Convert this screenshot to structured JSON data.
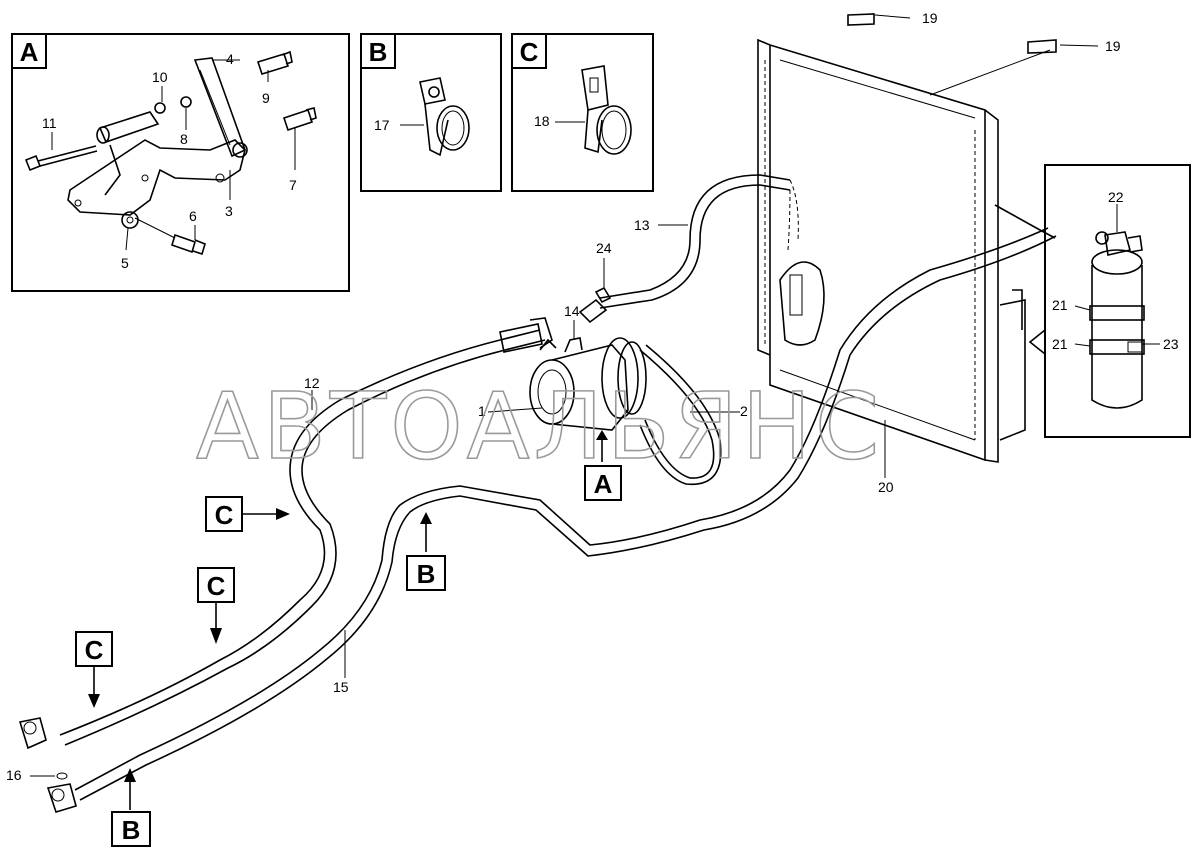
{
  "watermark": "АВТОАЛЬЯНС",
  "detail_boxes": [
    {
      "letter": "A"
    },
    {
      "letter": "B"
    },
    {
      "letter": "C"
    }
  ],
  "reference_tags": {
    "a": "A",
    "b": "B",
    "c": "C"
  },
  "callouts": {
    "n1": "1",
    "n2": "2",
    "n3": "3",
    "n4": "4",
    "n5": "5",
    "n6": "6",
    "n7": "7",
    "n8": "8",
    "n9": "9",
    "n10": "10",
    "n11": "11",
    "n12": "12",
    "n13": "13",
    "n14": "14",
    "n15": "15",
    "n16": "16",
    "n17": "17",
    "n18": "18",
    "n19": "19",
    "n20": "20",
    "n21": "21",
    "n22": "22",
    "n23": "23",
    "n24": "24"
  }
}
